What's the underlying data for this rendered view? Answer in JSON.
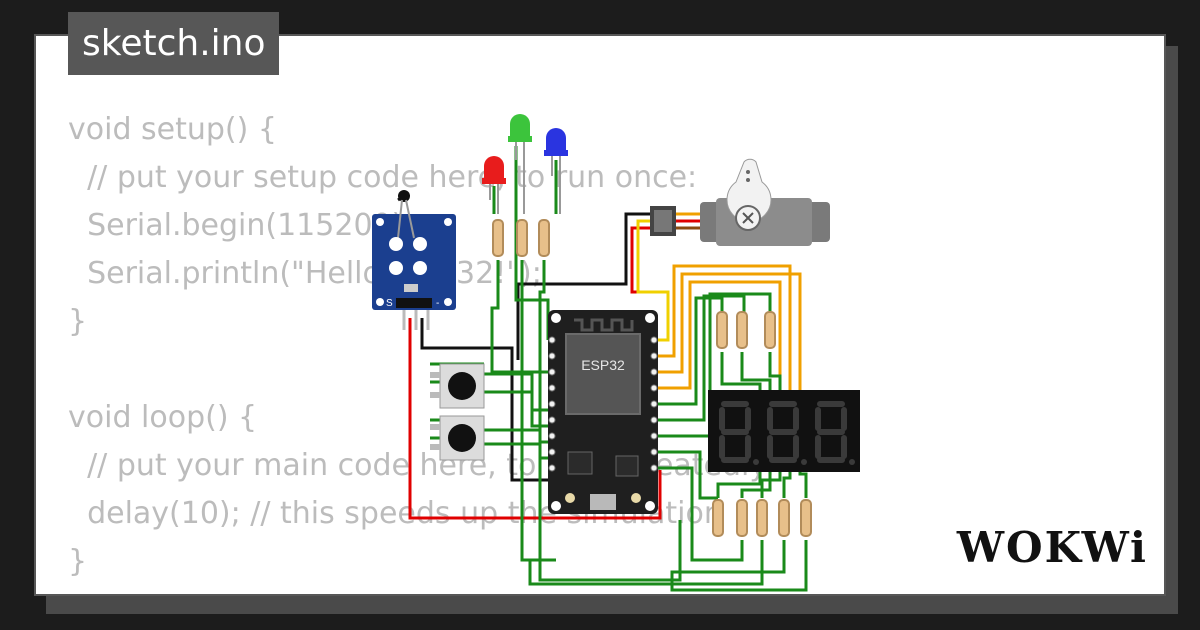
{
  "tab": {
    "filename": "sketch.ino"
  },
  "code_lines": [
    "void setup() {",
    "  // put your setup code here, to run once:",
    "  Serial.begin(115200);",
    "  Serial.println(\"Hello, ESP32!\");",
    "}",
    "",
    "void loop() {",
    "  // put your main code here, to run repeatedly:",
    "  delay(10); // this speeds up the simulation",
    "}"
  ],
  "circuit": {
    "mcu_label": "ESP32",
    "sensor_pin_labels": [
      "S",
      "-"
    ],
    "colors": {
      "board": "#1f1f1f",
      "sensor_board": "#1b3f8f",
      "wire_green": "#1a8a1a",
      "wire_red": "#e00000",
      "wire_black": "#111111",
      "wire_orange": "#f0a000",
      "wire_yellow": "#f0d000",
      "led_red": "#e81c1c",
      "led_green": "#3cc43c",
      "led_blue": "#2a34e0",
      "segment_off": "#3a3a3a"
    }
  },
  "brand": {
    "name": "WOKWi"
  }
}
